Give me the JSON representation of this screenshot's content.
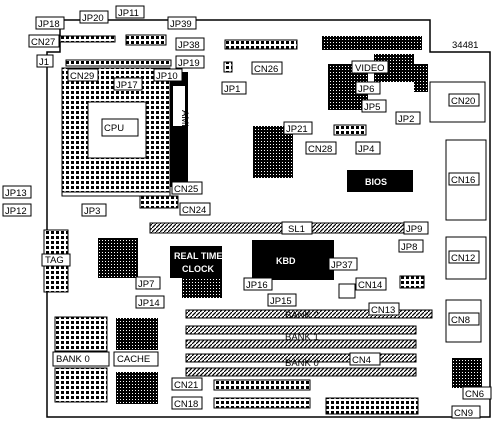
{
  "board_id": "34481",
  "chips": {
    "cpu": "CPU",
    "bios": "BIOS",
    "rtc": "REAL TIME\nCLOCK",
    "kbd": "KBD",
    "ami": "AMI",
    "video": "VIDEO"
  },
  "slots": {
    "sl1": "SL1",
    "bank0": "BANK 0",
    "bank1": "BANK 1",
    "bank2": "BANK 2",
    "cache": "CACHE",
    "tag": "TAG"
  },
  "labels": {
    "JP18": "JP18",
    "JP20": "JP20",
    "JP11": "JP11",
    "JP39": "JP39",
    "JP38": "JP38",
    "CN27": "CN27",
    "J1": "J1",
    "CN29": "CN29",
    "JP17": "JP17",
    "JP10": "JP10",
    "JP19": "JP19",
    "CN26": "CN26",
    "JP1": "JP1",
    "JP6": "JP6",
    "JP5": "JP5",
    "JP2": "JP2",
    "JP4": "JP4",
    "JP21": "JP21",
    "CN28": "CN28",
    "CN20": "CN20",
    "CN16": "CN16",
    "CN25": "CN25",
    "CN24": "CN24",
    "JP13": "JP13",
    "JP12": "JP12",
    "JP3": "JP3",
    "JP9": "JP9",
    "JP8": "JP8",
    "CN12": "CN12",
    "JP37": "JP37",
    "JP7": "JP7",
    "JP14": "JP14",
    "JP16": "JP16",
    "JP15": "JP15",
    "CN14": "CN14",
    "CN13": "CN13",
    "CN8": "CN8",
    "CN4": "CN4",
    "CN21": "CN21",
    "CN18": "CN18",
    "CN6": "CN6",
    "CN9": "CN9"
  }
}
